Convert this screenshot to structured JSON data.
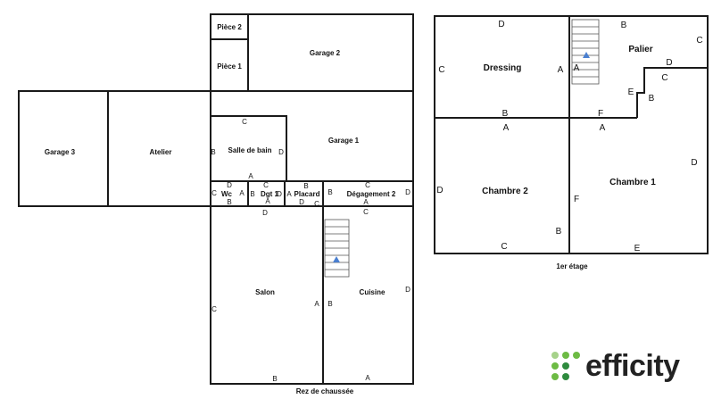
{
  "ground_floor": {
    "caption": "Rez de chaussée",
    "rooms": {
      "piece2": "Pièce 2",
      "piece1": "Pièce 1",
      "garage2": "Garage 2",
      "garage3": "Garage 3",
      "atelier": "Atelier",
      "salle_de_bain": "Salle de bain",
      "garage1": "Garage 1",
      "wc": "Wc",
      "dgt1": "Dgt 1",
      "placard": "Placard",
      "degagement2": "Dégagement 2",
      "salon": "Salon",
      "cuisine": "Cuisine"
    },
    "wall_letters": {
      "sdb_top": "C",
      "sdb_left": "B",
      "sdb_right": "D",
      "sdb_bottom": "A",
      "wc_top": "D",
      "wc_left": "C",
      "wc_bottom": "B",
      "wc_right": "A",
      "dgt1_left": "B",
      "dgt1_top": "C",
      "dgt1_right": "D",
      "dgt1_bottom": "A",
      "dgt1_below": "D",
      "placard_left": "A",
      "placard_top": "B",
      "placard_bottom": "D",
      "placard_below": "C",
      "deg2_left": "B",
      "deg2_top": "C",
      "deg2_right": "D",
      "deg2_bottom": "A",
      "cuisine_top": "C",
      "cuisine_right": "D",
      "cuisine_left": "B",
      "cuisine_bottom": "A",
      "salon_left": "C",
      "salon_right": "A",
      "salon_bottom": "B"
    }
  },
  "first_floor": {
    "caption": "1er étage",
    "rooms": {
      "dressing": "Dressing",
      "palier": "Palier",
      "chambre2": "Chambre 2",
      "chambre1": "Chambre 1"
    },
    "wall_letters": {
      "dressing_top": "D",
      "dressing_left": "C",
      "dressing_right": "A",
      "dressing_bottom": "B",
      "stair": "A",
      "palier_top": "B",
      "palier_right": "C",
      "palier_d": "D",
      "palier_c2": "C",
      "palier_e": "E",
      "palier_b": "B",
      "palier_f": "F",
      "ch2_top": "A",
      "ch2_left": "D",
      "ch2_bottom": "C",
      "ch2_right": "B",
      "ch1_top": "A",
      "ch1_left": "F",
      "ch1_right": "D",
      "ch1_bottom": "E"
    }
  },
  "logo": {
    "text": "efficity",
    "colors": [
      "#6dbb44",
      "#2e8b3e",
      "#a6d28a"
    ]
  }
}
